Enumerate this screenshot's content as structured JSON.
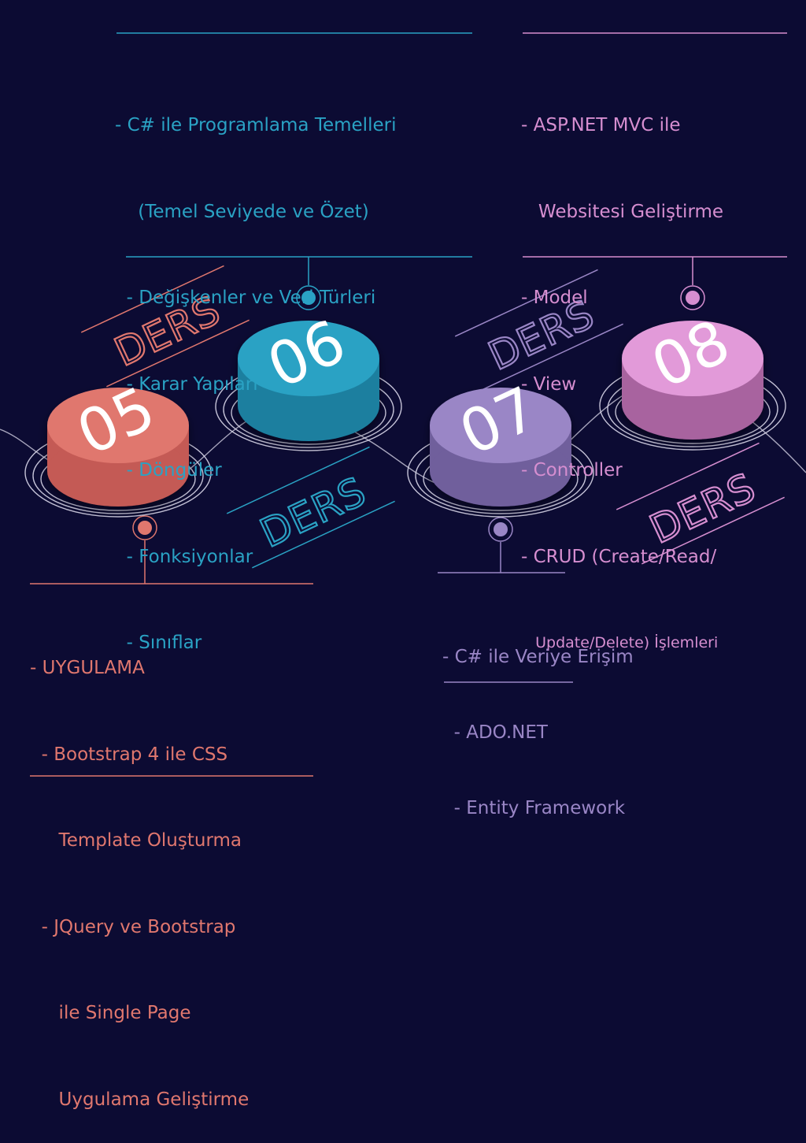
{
  "colors": {
    "background": "#0c0b33",
    "lesson05": "#e0776e",
    "lesson06": "#2aa2c4",
    "lesson07": "#9a86c6",
    "lesson08": "#d68ed0",
    "ring": "#dad7ea"
  },
  "lessons": [
    {
      "number": "05",
      "badge": "DERS",
      "lines": [
        "- UYGULAMA",
        "  - Bootstrap 4 ile CSS",
        "     Template Oluşturma",
        "  - JQuery ve Bootstrap",
        "     ile Single Page",
        "     Uygulama Geliştirme"
      ]
    },
    {
      "number": "06",
      "badge": "DERS",
      "lines": [
        "- C# ile Programlama Temelleri",
        "    (Temel Seviyede ve Özet)",
        "  - Değişkenler ve Veri Türleri",
        "  - Karar Yapıları",
        "  - Döngüler",
        "  - Fonksiyonlar",
        "  - Sınıflar"
      ]
    },
    {
      "number": "07",
      "badge": "DERS",
      "lines": [
        "- C# ile Veriye Erişim",
        "  - ADO.NET",
        "  - Entity Framework"
      ]
    },
    {
      "number": "08",
      "badge": "DERS",
      "lines": [
        "- ASP.NET MVC ile",
        "   Websitesi Geliştirme",
        "- Model",
        "- View",
        "- Controller",
        "- CRUD (Create/Read/",
        "   Update/Delete) İşlemleri"
      ]
    }
  ]
}
